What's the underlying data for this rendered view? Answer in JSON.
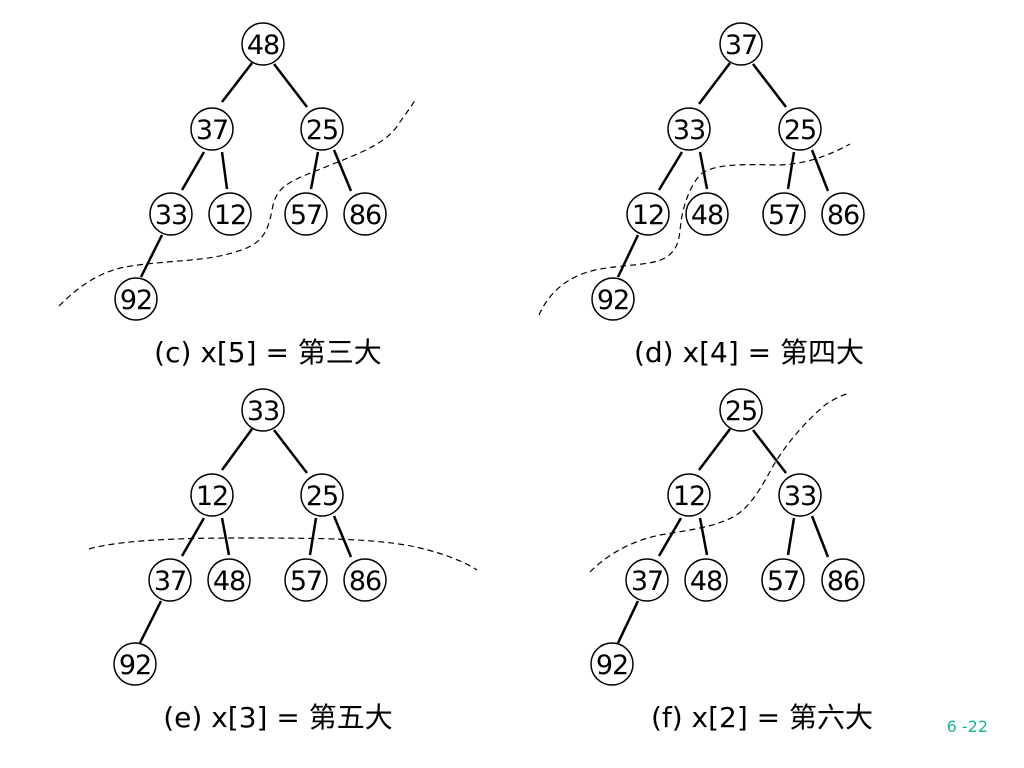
{
  "diagrams": [
    {
      "caption": "(c) x[5] = 第三大",
      "nodes": [
        "48",
        "37",
        "25",
        "33",
        "12",
        "57",
        "86",
        "92"
      ]
    },
    {
      "caption": "(d) x[4] = 第四大",
      "nodes": [
        "37",
        "33",
        "25",
        "12",
        "48",
        "57",
        "86",
        "92"
      ]
    },
    {
      "caption": "(e) x[3] = 第五大",
      "nodes": [
        "33",
        "12",
        "25",
        "37",
        "48",
        "57",
        "86",
        "92"
      ]
    },
    {
      "caption": "(f) x[2] = 第六大",
      "nodes": [
        "25",
        "12",
        "33",
        "37",
        "48",
        "57",
        "86",
        "92"
      ]
    }
  ],
  "tree_edges": [
    [
      0,
      1
    ],
    [
      0,
      2
    ],
    [
      1,
      3
    ],
    [
      1,
      4
    ],
    [
      2,
      5
    ],
    [
      2,
      6
    ],
    [
      3,
      7
    ]
  ],
  "page_number": "6 -22",
  "colors": {
    "ink": "#000000",
    "node_fill": "#ffffff",
    "page_number": "#19b394"
  }
}
